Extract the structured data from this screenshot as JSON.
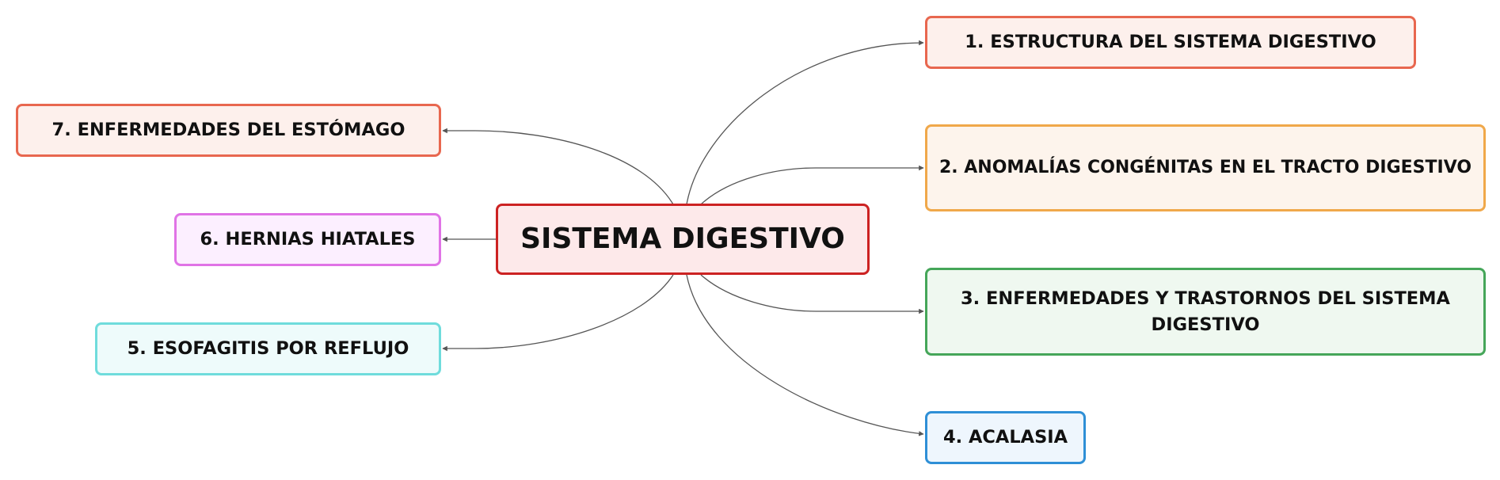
{
  "diagram": {
    "type": "mind-map",
    "center": {
      "label": "SISTEMA DIGESTIVO",
      "fill": "#fde9ea",
      "border": "#cc2222"
    },
    "branches": [
      {
        "id": "n1",
        "label": "1. ESTRUCTURA DEL SISTEMA DIGESTIVO",
        "side": "right",
        "fill": "#fdf0ec",
        "border": "#e8674f"
      },
      {
        "id": "n2",
        "label": "2. ANOMALÍAS CONGÉNITAS EN EL TRACTO DIGESTIVO",
        "side": "right",
        "fill": "#fdf4ec",
        "border": "#f0a84a"
      },
      {
        "id": "n3",
        "label": "3. ENFERMEDADES Y TRASTORNOS DEL SISTEMA DIGESTIVO",
        "side": "right",
        "fill": "#eff8f0",
        "border": "#45a659"
      },
      {
        "id": "n4",
        "label": "4. ACALASIA",
        "side": "right",
        "fill": "#eef6fd",
        "border": "#2e8fd6"
      },
      {
        "id": "n5",
        "label": "5. ESOFAGITIS POR REFLUJO",
        "side": "left",
        "fill": "#eefbfb",
        "border": "#6fdcdc"
      },
      {
        "id": "n6",
        "label": "6. HERNIAS HIATALES",
        "side": "left",
        "fill": "#fcefff",
        "border": "#e073e6"
      },
      {
        "id": "n7",
        "label": "7. ENFERMEDADES DEL ESTÓMAGO",
        "side": "left",
        "fill": "#fdf0ec",
        "border": "#e8674f"
      }
    ],
    "connector_color": "#555555"
  }
}
